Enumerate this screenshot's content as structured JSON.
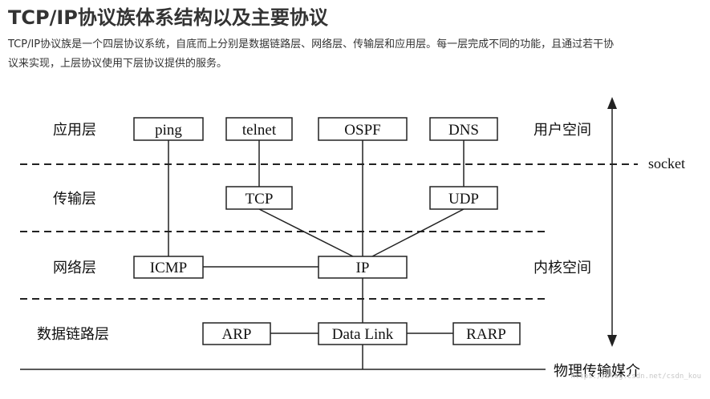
{
  "page": {
    "title": "TCP/IP协议族体系结构以及主要协议",
    "intro": "TCP/IP协议族是一个四层协议系统，自底而上分别是数据链路层、网络层、传输层和应用层。每一层完成不同的功能，且通过若干协议来实现，上层协议使用下层协议提供的服务。"
  },
  "diagram": {
    "layers": {
      "application": "应用层",
      "transport": "传输层",
      "network": "网络层",
      "datalink": "数据链路层"
    },
    "protocols": {
      "ping": "ping",
      "telnet": "telnet",
      "ospf": "OSPF",
      "dns": "DNS",
      "tcp": "TCP",
      "udp": "UDP",
      "icmp": "ICMP",
      "ip": "IP",
      "arp": "ARP",
      "datalink": "Data Link",
      "rarp": "RARP"
    },
    "spaces": {
      "user": "用户空间",
      "kernel": "内核空间"
    },
    "socket_label": "socket",
    "medium_label": "物理传输媒介",
    "watermark": "https://blog.csdn.net/csdn_kou"
  }
}
